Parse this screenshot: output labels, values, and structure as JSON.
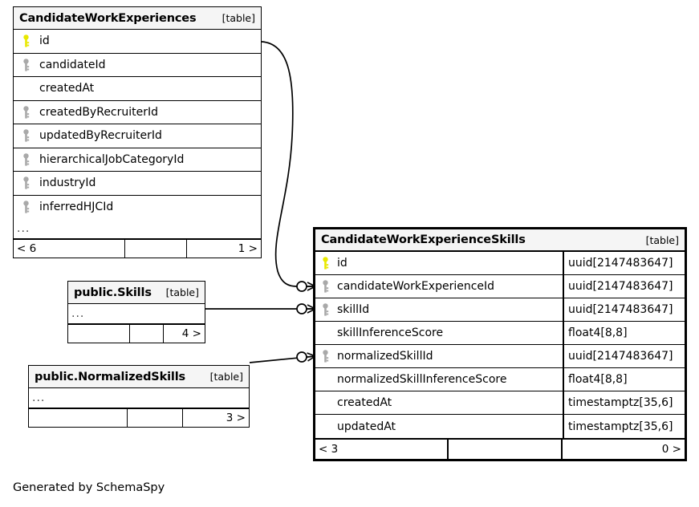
{
  "diagram": {
    "type": "entity-relationship-diagram",
    "generator_credit": "Generated by SchemaSpy",
    "table_tag": "[table]",
    "ellipsis": "...",
    "colors": {
      "primary_key": "#e8e800",
      "foreign_key": "#a9a9a9",
      "header_background": "#f0f0f0",
      "border": "#000000",
      "background": "#ffffff"
    }
  },
  "tables": {
    "candidate_work_experiences": {
      "name": "CandidateWorkExperiences",
      "tag": "[table]",
      "columns": [
        {
          "key": "primary",
          "name": "id"
        },
        {
          "key": "foreign",
          "name": "candidateId"
        },
        {
          "key": "none",
          "name": "createdAt"
        },
        {
          "key": "foreign",
          "name": "createdByRecruiterId"
        },
        {
          "key": "foreign",
          "name": "updatedByRecruiterId"
        },
        {
          "key": "foreign",
          "name": "hierarchicalJobCategoryId"
        },
        {
          "key": "foreign",
          "name": "industryId"
        },
        {
          "key": "foreign",
          "name": "inferredHJCId"
        }
      ],
      "more_indicator": "...",
      "footer": {
        "left": "< 6",
        "middle": "",
        "right": "1 >"
      }
    },
    "skills": {
      "name": "public.Skills",
      "tag": "[table]",
      "more_indicator": "...",
      "footer": {
        "left": "",
        "middle": "",
        "right": "4 >"
      }
    },
    "normalized_skills": {
      "name": "public.NormalizedSkills",
      "tag": "[table]",
      "more_indicator": "...",
      "footer": {
        "left": "",
        "middle": "",
        "right": "3 >"
      }
    },
    "candidate_work_experience_skills": {
      "name": "CandidateWorkExperienceSkills",
      "tag": "[table]",
      "columns": [
        {
          "key": "primary",
          "name": "id",
          "type": "uuid[2147483647]"
        },
        {
          "key": "foreign",
          "name": "candidateWorkExperienceId",
          "type": "uuid[2147483647]"
        },
        {
          "key": "foreign",
          "name": "skillId",
          "type": "uuid[2147483647]"
        },
        {
          "key": "none",
          "name": "skillInferenceScore",
          "type": "float4[8,8]"
        },
        {
          "key": "foreign",
          "name": "normalizedSkillId",
          "type": "uuid[2147483647]"
        },
        {
          "key": "none",
          "name": "normalizedSkillInferenceScore",
          "type": "float4[8,8]"
        },
        {
          "key": "none",
          "name": "createdAt",
          "type": "timestamptz[35,6]"
        },
        {
          "key": "none",
          "name": "updatedAt",
          "type": "timestamptz[35,6]"
        }
      ],
      "footer": {
        "left": "< 3",
        "middle": "",
        "right": "0 >"
      }
    }
  },
  "relationships": [
    {
      "name": "candidateWorkExperiences-to-skills-fk",
      "from_table": "CandidateWorkExperiences",
      "from_column": "id",
      "to_table": "CandidateWorkExperienceSkills",
      "to_column": "candidateWorkExperienceId",
      "style": "curved"
    },
    {
      "name": "skills-to-skillId-fk",
      "from_table": "public.Skills",
      "to_table": "CandidateWorkExperienceSkills",
      "to_column": "skillId",
      "style": "straight"
    },
    {
      "name": "normalizedSkills-to-normalizedSkillId-fk",
      "from_table": "public.NormalizedSkills",
      "to_table": "CandidateWorkExperienceSkills",
      "to_column": "normalizedSkillId",
      "style": "straight"
    }
  ]
}
